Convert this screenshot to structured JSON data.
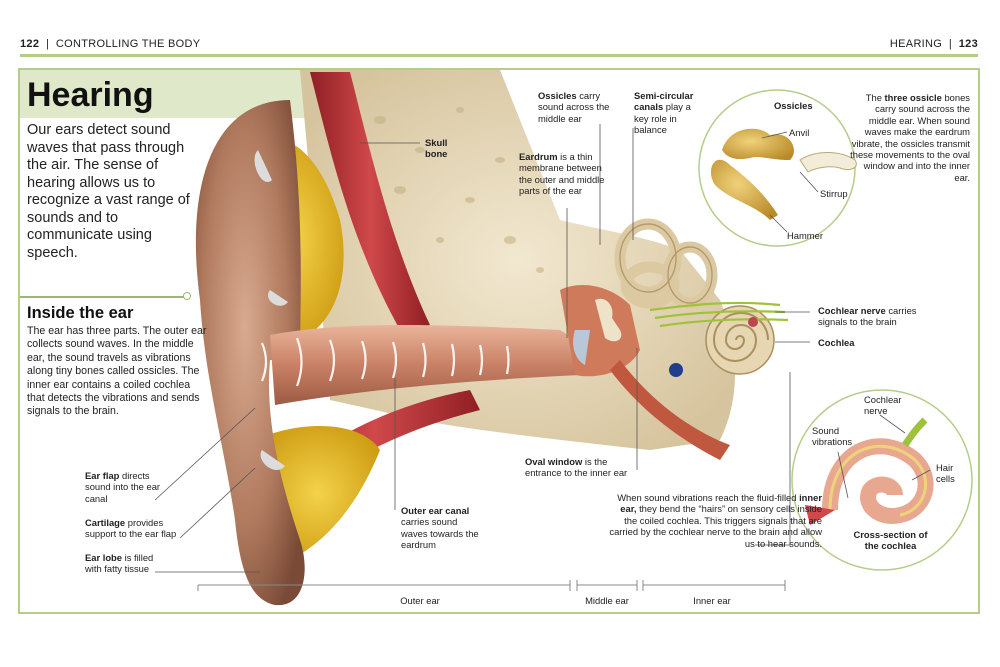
{
  "header": {
    "left_page": "122",
    "left_section": "CONTROLLING THE BODY",
    "right_section": "HEARING",
    "right_page": "123"
  },
  "title": "Hearing",
  "intro": "Our ears detect sound waves that pass through the air. The sense of hearing allows us to recognize a vast range of sounds and to communicate using speech.",
  "inside": {
    "heading": "Inside the ear",
    "body": "The ear has three parts. The outer ear collects sound waves. In the middle ear, the sound travels as vibrations along tiny bones called ossicles. The inner ear contains a coiled cochlea that detects the vibrations and sends signals to the brain."
  },
  "labels": {
    "skull_bold": "Skull bone",
    "ossicles_bold": "Ossicles",
    "ossicles_text": "carry sound across the middle ear",
    "semi_bold": "Semi-circular canals",
    "semi_text": "play a key role in balance",
    "eardrum_bold": "Eardrum",
    "eardrum_text": "is a thin membrane between the outer and middle parts of the ear",
    "cochlear_nerve_bold": "Cochlear nerve",
    "cochlear_nerve_text": "carries signals to the brain",
    "cochlea": "Cochlea",
    "oval_bold": "Oval window",
    "oval_text": "is the entrance to the inner ear",
    "ear_flap_bold": "Ear flap",
    "ear_flap_text": "directs sound into the ear canal",
    "cartilage_bold": "Cartilage",
    "cartilage_text": "provides support to the ear flap",
    "ear_lobe_bold": "Ear lobe",
    "ear_lobe_text": "is filled with fatty tissue",
    "canal_bold": "Outer ear canal",
    "canal_text": "carries sound waves towards the eardrum",
    "inner_pre": "When sound vibrations reach the fluid-filled",
    "inner_bold": "inner ear,",
    "inner_post": "they bend the “hairs” on sensory cells inside the coiled cochlea. This triggers signals that are carried by the cochlear nerve to the brain and allow us to hear sounds."
  },
  "ossicles_inset": {
    "title": "Ossicles",
    "anvil": "Anvil",
    "stirrup": "Stirrup",
    "hammer": "Hammer",
    "desc_pre": "The",
    "desc_bold": "three ossicle",
    "desc_post": "bones carry sound across the middle ear. When sound waves make the eardrum vibrate, the ossicles transmit these movements to the oval window and into the inner ear."
  },
  "cochlea_inset": {
    "sound_vibrations": "Sound vibrations",
    "cochlear_nerve": "Cochlear nerve",
    "hair_cells": "Hair cells",
    "caption": "Cross-section of the cochlea"
  },
  "regions": {
    "outer": "Outer ear",
    "middle": "Middle ear",
    "inner": "Inner ear"
  },
  "colors": {
    "accent_green": "#b5cc8a",
    "band": "#dfe9c9",
    "skin": "#b07a5e",
    "muscle": "#b8363a",
    "fat": "#e3b51c",
    "bone": "#e8dcc0"
  }
}
